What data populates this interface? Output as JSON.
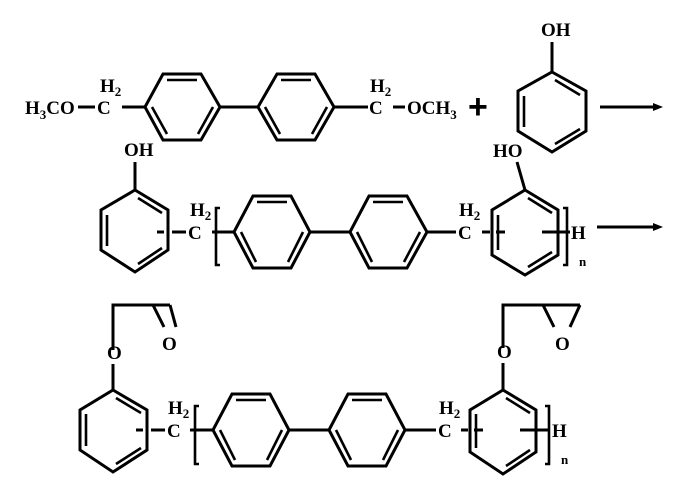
{
  "diagram": {
    "type": "chemical-reaction-scheme",
    "steps": 2,
    "row1": {
      "reactant1": {
        "name": "4,4'-bis(methoxymethyl)biphenyl",
        "left_group": {
          "main": "H",
          "sub": "3",
          "tail": "CO"
        },
        "left_ch2": {
          "c": "C",
          "h": "H",
          "h_sub": "2"
        },
        "right_ch2": {
          "c": "C",
          "h": "H",
          "h_sub": "2"
        },
        "right_group": {
          "head": "OCH",
          "sub": "3"
        }
      },
      "operator": "+",
      "reactant2": {
        "name": "phenol",
        "oh_label": "OH"
      }
    },
    "row2": {
      "intermediate": {
        "name": "biphenyl-phenol novolac resin",
        "left_oh": "OH",
        "left_ch2": {
          "c": "C",
          "h": "H",
          "h_sub": "2"
        },
        "right_ch2": {
          "c": "C",
          "h": "H",
          "h_sub": "2"
        },
        "right_oh": "HO",
        "end_group": "H",
        "repeat": "n"
      }
    },
    "row3": {
      "product": {
        "name": "biphenyl-phenol epoxy resin",
        "left_ether_o": "O",
        "left_epoxide_o": "O",
        "left_ch2": {
          "c": "C",
          "h": "H",
          "h_sub": "2"
        },
        "right_ch2": {
          "c": "C",
          "h": "H",
          "h_sub": "2"
        },
        "right_ether_o": "O",
        "right_epoxide_o": "O",
        "end_group": "H",
        "repeat": "n"
      }
    },
    "arrows": [
      {
        "from": "row1",
        "to": "row2",
        "label": ""
      },
      {
        "from": "row2",
        "to": "row3",
        "label": ""
      }
    ],
    "colors": {
      "ink": "#000000",
      "background": "#ffffff"
    }
  }
}
